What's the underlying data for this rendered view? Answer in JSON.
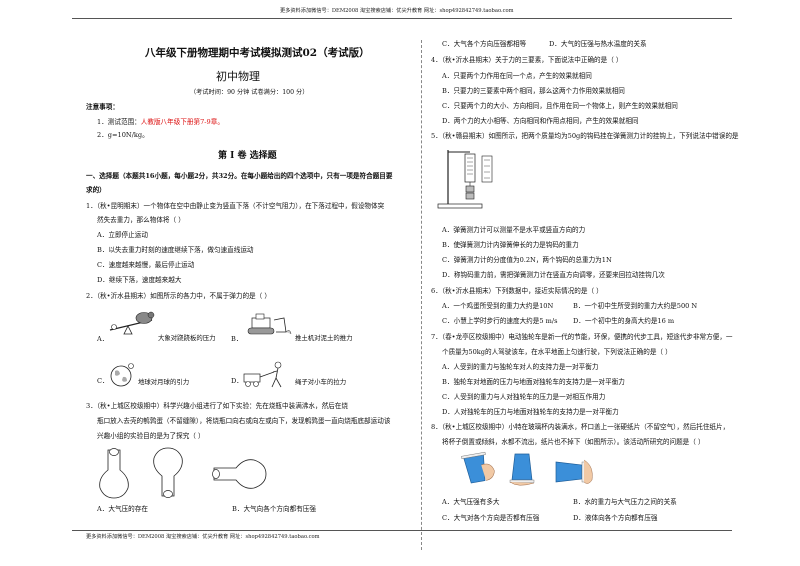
{
  "header": {
    "text": "更多资料添加微信号：DEM2008    淘宝搜索店铺：优尖升教育  网址：shop492842749.taobao.com"
  },
  "footer": {
    "text": "更多资料添加微信号：DEM2008    淘宝搜索店铺：优尖升教育  网址：shop492842749.taobao.com"
  },
  "left": {
    "title": "八年级下册物理期中考试模拟测试02（考试版）",
    "subtitle": "初中物理",
    "exam_info": "（考试时间：90 分钟   试卷满分：100 分）",
    "notes_heading": "注意事项：",
    "note1_prefix": "1．测试范围：",
    "note1_red": "人教版八年级下册第7-9章。",
    "note2": "2．g=10N/kg。",
    "section_title": "第 I 卷   选择题",
    "part1_line1": "一、选择题（本题共16小题，每小题2分，共32分。在每小题给出的四个选项中，只有一项是符合题目要",
    "part1_line2": "求的）",
    "q1_line1": "1．（秋•昆明期末）一个物体在空中由静止变为竖直下落（不计空气阻力），在下落过程中，假设物体突",
    "q1_line2": "然失去重力，那么物体将（      ）",
    "q1_options": [
      "A．立即停止运动",
      "B．以失去重力时刻的速度继续下落，做匀速直线运动",
      "C．速度越来越慢，最后停止运动",
      "D．继续下落，速度越来越大"
    ],
    "q2_stem": "2．（秋•沂水县期末）如图所示的各力中，不属于弹力的是（      ）",
    "q2_options": {
      "a_letter": "A．",
      "a_text": "大象对跷跷板的压力",
      "b_letter": "B．",
      "b_text": "推土机对泥土的推力",
      "c_letter": "C．",
      "c_text": "地球对月球的引力",
      "d_letter": "D．",
      "d_text": "绳子对小车的拉力"
    },
    "q3_line1": "3．（秋•上城区校级期中）科学兴趣小组进行了如下实验：先在烧瓶中装满沸水，然后在烧",
    "q3_line2": "瓶口放入去壳的鹌鹑蛋（不留缝隙），将烧瓶口向右或向左或向下，发现鹌鹑蛋一直向烧瓶底部运动该",
    "q3_line3": "兴趣小组的实验目的是为了探究（      ）",
    "q3_options": [
      "A．大气压的存在",
      "B．大气向各个方向都有压强"
    ]
  },
  "right": {
    "q3_options_cd": [
      "C．大气各个方向压强都相等",
      "D．大气的压强与热水温度的关系"
    ],
    "q4_stem": "4．（秋•沂水县期末）关于力的三要素，下面说法中正确的是（      ）",
    "q4_options": [
      "A．只要两个力作用在同一个点，产生的效果就相同",
      "B．只要力的三要素中两个相同，那么这两个力作用效果就相同",
      "C．只要两个力的大小、方向相同，且作用在同一个物体上，则产生的效果就相同",
      "D．两个力的大小相等、方向相同和作用点相同，产生的效果就相同"
    ],
    "q5_stem": "5．（秋•赣县期末）如图所示，把两个质量均为50g的钩码挂在弹簧测力计的挂钩上，下列说法中错误的是",
    "q5_options": [
      "A．弹簧测力计可以测量不是水平或竖直方向的力",
      "B．使弹簧测力计内弹簧伸长的力是钩码的重力",
      "C．弹簧测力计的分度值为0.2N，两个钩码的总重力为1N",
      "D．称钩码重力前，需把弹簧测力计在竖直方向调零，还要来回拉动挂钩几次"
    ],
    "q6_stem": "6．（秋•沂水县期末）下列数据中，接近实际情况的是（      ）",
    "q6_options": [
      "A．一个鸡蛋所受到的重力大约是10N",
      "B．一个初中生所受到的重力大约是500 N",
      "C．小慧上学时步行的速度大约是5 m/s",
      "D．一个初中生的身高大约是16 m"
    ],
    "q7_line1": "7．（春•龙亭区校级期中）电动独轮车是新一代的节能，环保，便携的代步工具，短途代步非常方便，一",
    "q7_line2": "个质量为50kg的人驾驶该车，在水平地面上匀速行驶，下列说法正确的是（      ）",
    "q7_options": [
      "A．人受到的重力与独轮车对人的支持力是一对平衡力",
      "B．独轮车对地面的压力与地面对独轮车的支持力是一对平衡力",
      "C．人受到的重力与人对独轮车的压力是一对相互作用力",
      "D．人对独轮车的压力与地面对独轮车的支持力是一对平衡力"
    ],
    "q8_line1": "8．（秋•上城区校级期中）小特在玻璃杯内装满水，杯口盖上一张硬纸片（不留空气），然后托住纸片，",
    "q8_line2": "将杯子倒置或倾斜，水都不流出，纸片也不掉下（如图所示）。该活动所研究的问题是（      ）",
    "q8_options": [
      "A．大气压强有多大",
      "B．水的重力与大气压力之间的关系",
      "C．大气对各个方向是否都有压强",
      "D．液体向各个方向都有压强"
    ]
  }
}
